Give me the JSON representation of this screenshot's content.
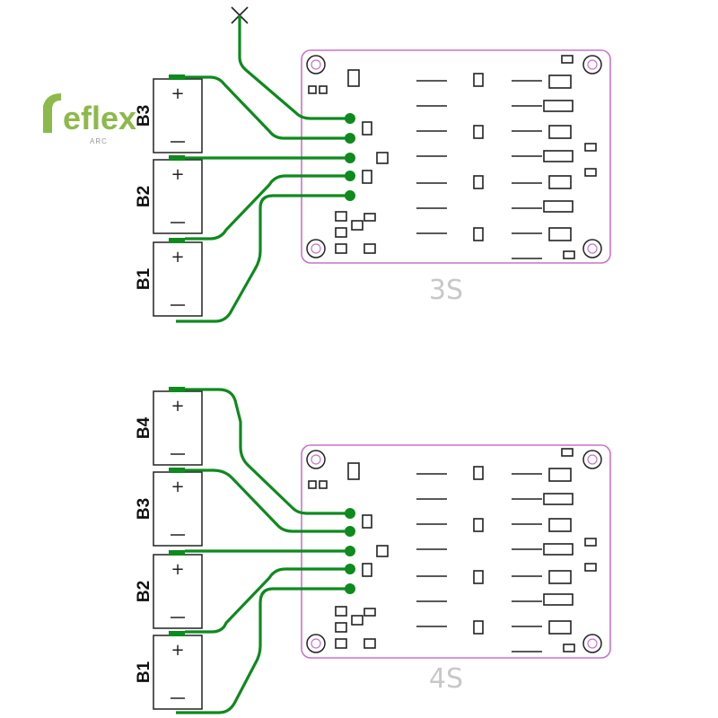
{
  "logo": {
    "text": "eflex",
    "subtext": "ARC",
    "brand_color": "#8db94a"
  },
  "diagram_3s": {
    "board_label": "3S",
    "cells": [
      "B3",
      "B2",
      "B1"
    ]
  },
  "diagram_4s": {
    "board_label": "4S",
    "cells": [
      "B4",
      "B3",
      "B2",
      "B1"
    ]
  },
  "colors": {
    "wire": "#0e8a1e",
    "board_outline": "#c874c8",
    "silkscreen": "#222222",
    "label_gray": "#c8c8c8"
  },
  "icons": [
    "battery-cell-icon",
    "no-connect-x-icon",
    "solder-pad-icon",
    "mounting-hole-icon"
  ]
}
